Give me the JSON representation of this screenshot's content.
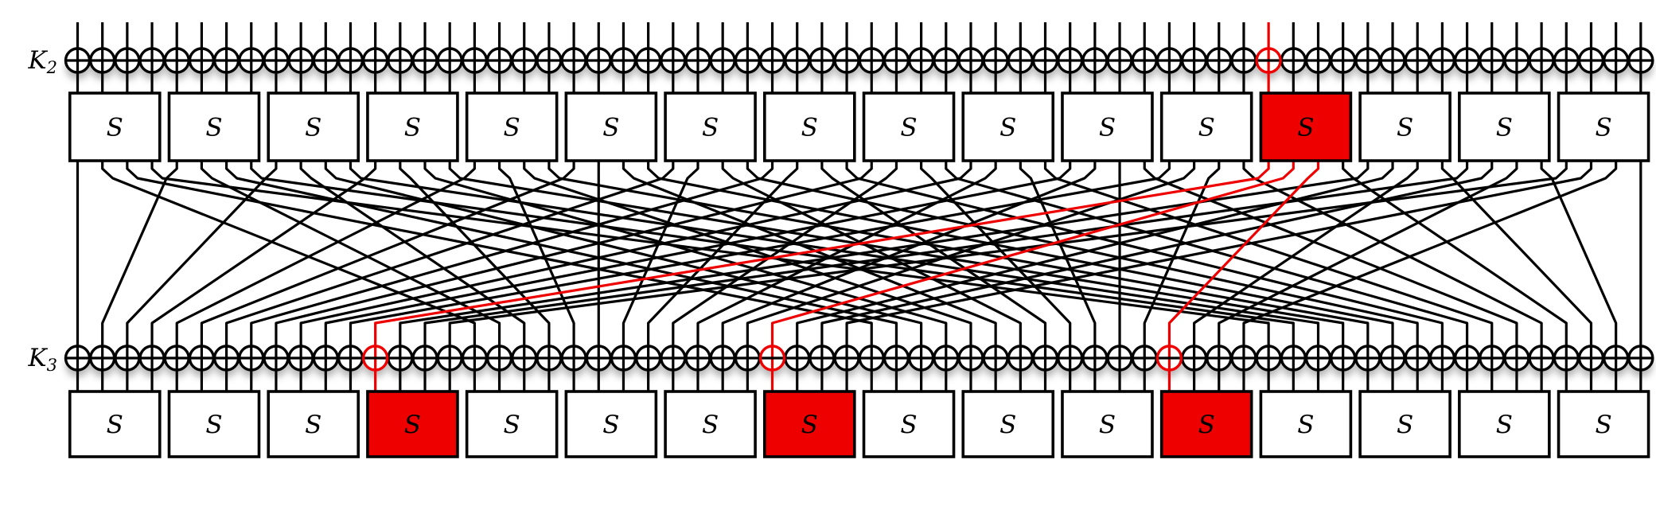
{
  "figure": {
    "type": "substitution-permutation-network-round-diagram",
    "rows_shown": 2
  },
  "labels": {
    "key_top": {
      "base": "K",
      "subscript": "2"
    },
    "key_bottom": {
      "base": "K",
      "subscript": "3"
    },
    "sbox": "S"
  },
  "colors": {
    "background": "#ffffff",
    "wire": "#000000",
    "highlight": "#ee0000",
    "sbox_fill": "#ffffff",
    "sbox_highlight_fill": "#ee0000",
    "stroke": "#000000",
    "shadow": "#6e6e6e",
    "label": "#000000"
  },
  "structure": {
    "sboxes_per_row": 16,
    "bits_per_sbox": 4,
    "total_wires": 64,
    "xor_gates_per_row": 64,
    "permutation": [
      0,
      16,
      32,
      48,
      1,
      17,
      33,
      49,
      2,
      18,
      34,
      50,
      3,
      19,
      35,
      51,
      4,
      20,
      36,
      52,
      5,
      21,
      37,
      53,
      6,
      22,
      38,
      54,
      7,
      23,
      39,
      55,
      8,
      24,
      40,
      56,
      9,
      25,
      41,
      57,
      10,
      26,
      42,
      58,
      11,
      27,
      43,
      59,
      12,
      28,
      44,
      60,
      13,
      29,
      45,
      61,
      14,
      30,
      46,
      62,
      15,
      31,
      47,
      63
    ]
  },
  "highlight": {
    "input_wire_index": 48,
    "top_xor_index": 48,
    "top_sbox_index": 12,
    "active_output_wires": [
      48,
      49,
      50
    ],
    "bottom_xor_indices": [
      12,
      28,
      44
    ],
    "bottom_sbox_indices": [
      3,
      7,
      11
    ]
  }
}
